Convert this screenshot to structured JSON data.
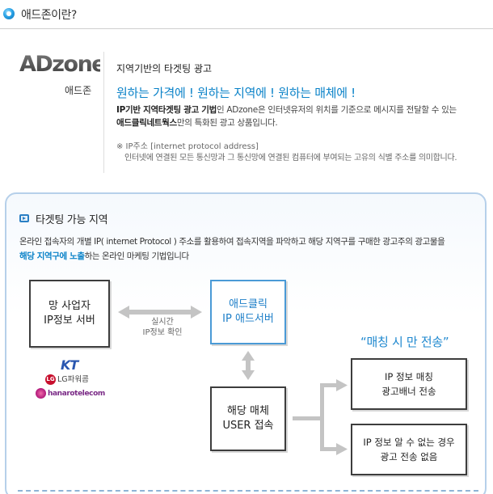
{
  "header": {
    "title": "애드존이란?"
  },
  "intro": {
    "logo_text": "ADzone",
    "logo_sub": "애드존",
    "section_title": "지역기반의 타겟팅 광고",
    "slogan": "원하는 가격에 ! 원하는 지역에 ! 원하는 매체에 !",
    "desc_bold1": "IP기반 지역타겟팅 광고 기법",
    "desc_mid": "인 ADzone은 인터넷유저의 위치를 기준으로 메시지를 전달할 수 있는",
    "desc_bold2": "애드클릭네트웍스",
    "desc_end": "만의 특화된 광고 상품입니다.",
    "note_title": "※ IP주소 [internet protocol address]",
    "note_body": "인터넷에 연결된 모든 통신망과 그 통신망에 연결된 컴퓨터에 부여되는 고유의 식별 주소를 의미합니다."
  },
  "targeting": {
    "title": "타겟팅 가능 지역",
    "desc_line1": "온라인 접속자의 개별 IP( internet Protocol ) 주소를 활용하여 접속지역을 파악하고 해당 지역구를 구매한 광고주의 광고물을",
    "desc_bold": "해당 지역구에 노출",
    "desc_end": "하는 온라인 마케팅 기법입니다",
    "box_ip_line1": "망 사업자",
    "box_ip_line2": "IP정보 서버",
    "box_ad_line1": "애드클릭",
    "box_ad_line2": "IP 애드서버",
    "realtime_line1": "실시간",
    "realtime_line2": "IP정보 확인",
    "box_user_line1": "해당 매체",
    "box_user_line2": "USER 접속",
    "match_title": "“매칭 시 만 전송”",
    "box_r1_line1": "IP 정보 매칭",
    "box_r1_line2": "광고배너 전송",
    "box_r2_line1": "IP 정보 알 수 없는 경우",
    "box_r2_line2": "광고 전송 없음",
    "providers": {
      "kt": "KT",
      "lg_mark": "LG",
      "lg": "LG파워콤",
      "hanaro": "hanarotelecom"
    }
  },
  "colors": {
    "accent": "#0a82c8",
    "panel_border": "#b6d0ea",
    "arrow": "#c4c4c4"
  }
}
